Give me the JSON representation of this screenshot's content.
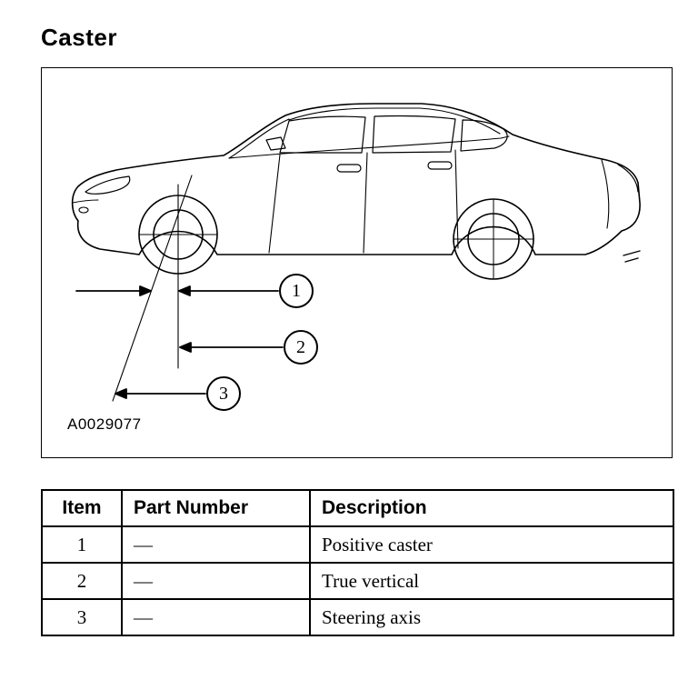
{
  "page": {
    "title": "Caster"
  },
  "colors": {
    "line": "#000000",
    "background": "#ffffff"
  },
  "figure": {
    "id_label": "A0029077",
    "callouts": [
      {
        "label": "1"
      },
      {
        "label": "2"
      },
      {
        "label": "3"
      }
    ]
  },
  "table": {
    "headers": [
      "Item",
      "Part Number",
      "Description"
    ],
    "rows": [
      {
        "item": "1",
        "part": "—",
        "desc": "Positive caster"
      },
      {
        "item": "2",
        "part": "—",
        "desc": "True vertical"
      },
      {
        "item": "3",
        "part": "—",
        "desc": "Steering axis"
      }
    ]
  }
}
